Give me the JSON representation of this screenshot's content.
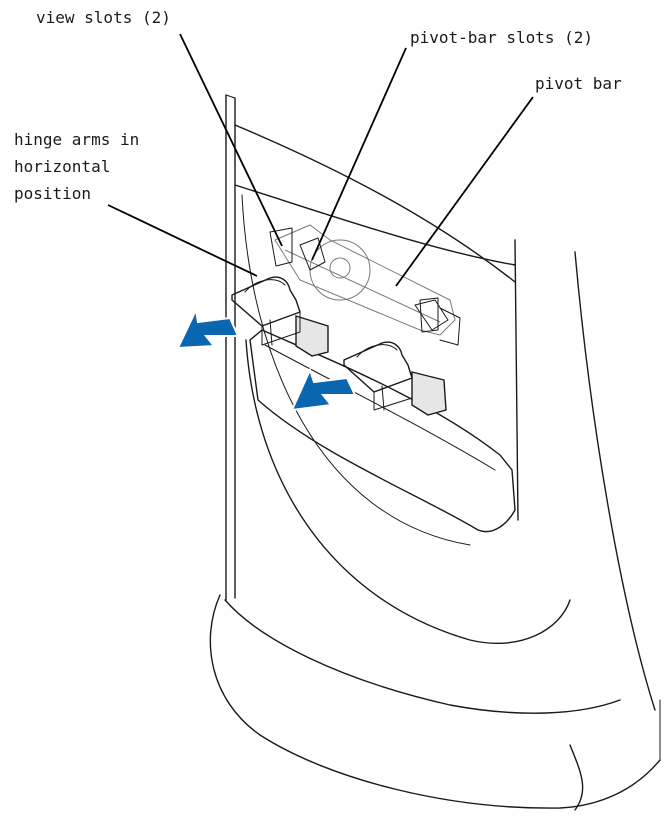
{
  "labels": {
    "view_slots": "view slots (2)",
    "pivot_bar_slots": "pivot-bar slots (2)",
    "pivot_bar": "pivot bar",
    "hinge_arms": [
      "hinge arms in",
      "horizontal",
      "position"
    ]
  },
  "colors": {
    "arrow": "#0b66b0",
    "line": "#1a1a1a",
    "slot_fill": "#e6e6e6"
  }
}
